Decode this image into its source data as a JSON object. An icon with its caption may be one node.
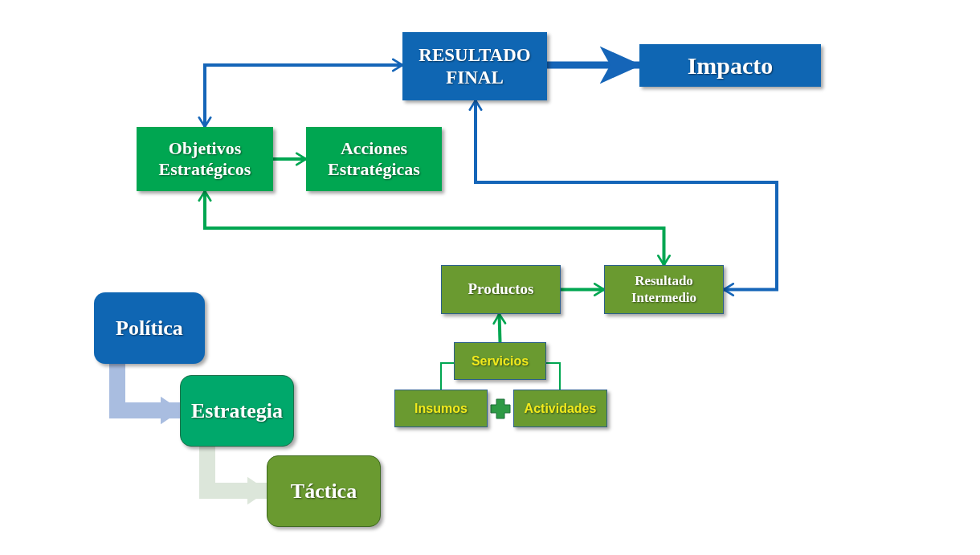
{
  "diagram": {
    "nodes": [
      {
        "text": [
          "RESULTADO FINAL"
        ]
      },
      {
        "text": [
          "Impacto"
        ]
      },
      {
        "text": [
          "Objetivos Estratégicos"
        ]
      },
      {
        "text": [
          "Acciones Estratégicas"
        ]
      },
      {
        "text": [
          "Productos"
        ]
      },
      {
        "text": [
          "Resultado Intermedio"
        ]
      },
      {
        "text": [
          "Servicios"
        ]
      },
      {
        "text": [
          "Insumos"
        ]
      },
      {
        "text": [
          "Actividades"
        ]
      },
      {
        "text": [
          "Política"
        ]
      },
      {
        "text": [
          "Estrategia"
        ]
      },
      {
        "text": [
          "Táctica"
        ]
      }
    ],
    "edges": [
      {
        "from": 2,
        "to": 0,
        "arrow": "both",
        "color": "#1565b8"
      },
      {
        "from": 0,
        "to": 1,
        "arrow": "to",
        "style": "thick",
        "color": "#1565b8"
      },
      {
        "from": 2,
        "to": 3,
        "arrow": "to"
      },
      {
        "from": 2,
        "to": 5,
        "arrow": "both"
      },
      {
        "from": 0,
        "to": 5,
        "arrow": "both",
        "color": "#1565b8"
      },
      {
        "from": 4,
        "to": 5,
        "arrow": "to"
      },
      {
        "from": 6,
        "to": 4,
        "arrow": "to"
      },
      {
        "from": 7,
        "to": 6,
        "arrow": "none"
      },
      {
        "from": 8,
        "to": 6,
        "arrow": "none"
      },
      {
        "from": 9,
        "to": 10,
        "arrow": "to",
        "style": "thick",
        "color": "#a9bde0"
      },
      {
        "from": 10,
        "to": 11,
        "arrow": "to",
        "style": "thick",
        "color": "#dce6da"
      }
    ]
  }
}
